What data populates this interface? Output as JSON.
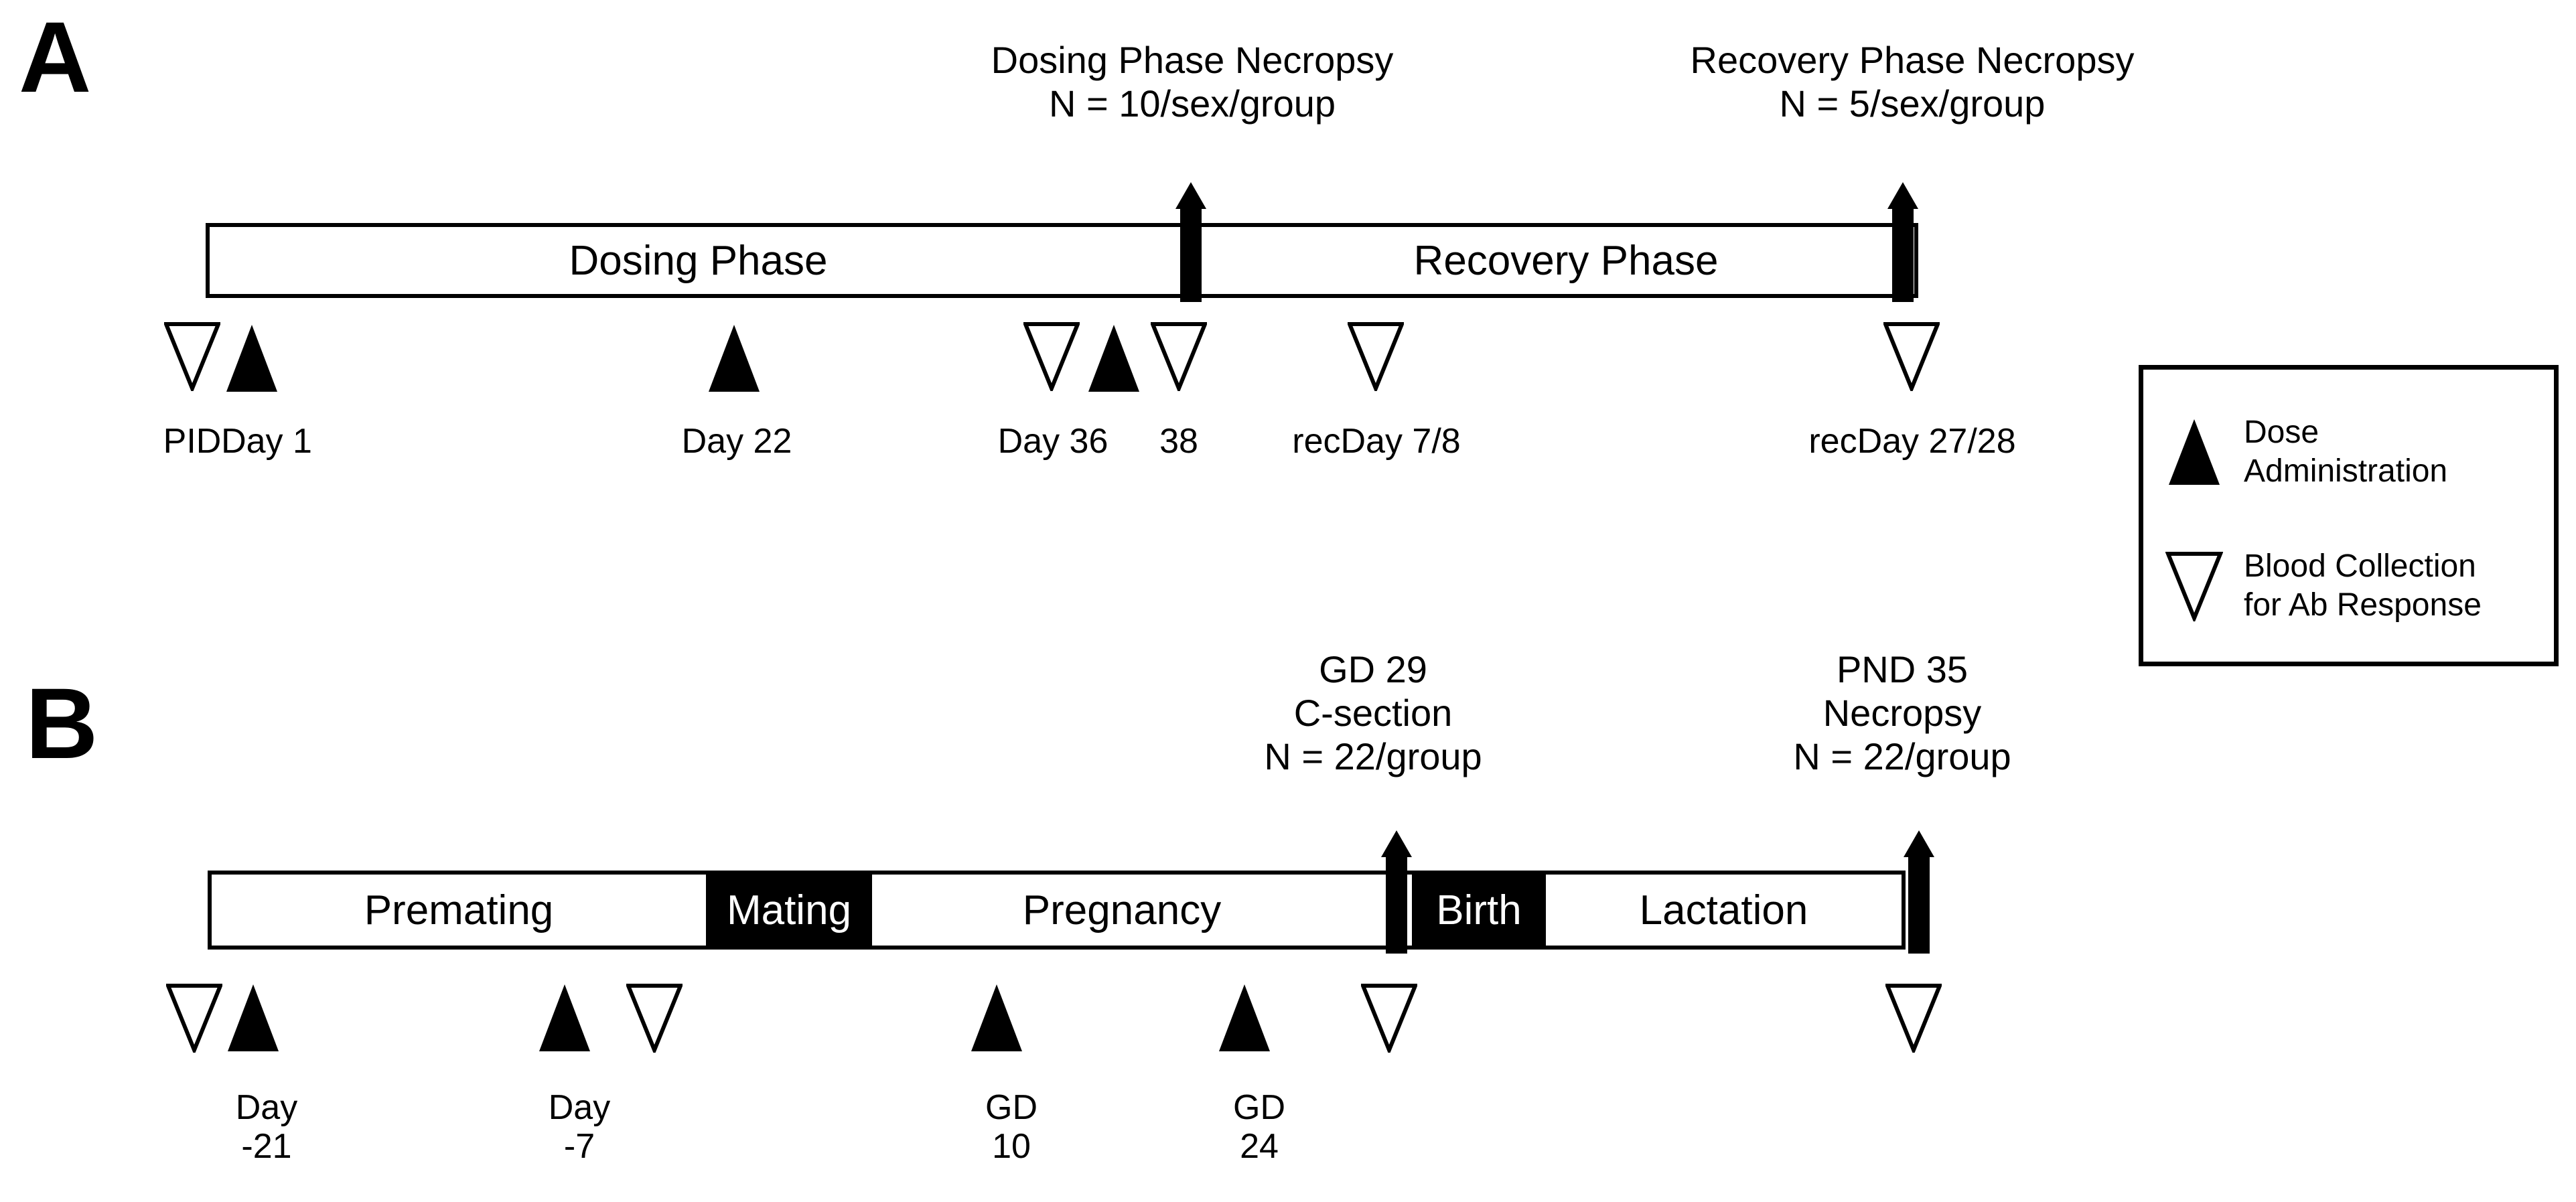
{
  "figure": {
    "panels": [
      {
        "letter": "A",
        "events": [
          {
            "id": "dosing-necropsy",
            "lines": [
              "Dosing Phase Necropsy",
              "N = 10/sex/group"
            ]
          },
          {
            "id": "recovery-necropsy",
            "lines": [
              "Recovery Phase Necropsy",
              "N = 5/sex/group"
            ]
          }
        ],
        "phases": [
          {
            "id": "dosing-phase",
            "label": "Dosing Phase",
            "style": "open"
          },
          {
            "id": "recovery-phase",
            "label": "Recovery Phase",
            "style": "open"
          }
        ],
        "markers": [
          {
            "id": "pid",
            "type": "blood-collection"
          },
          {
            "id": "day-1",
            "type": "dose-administration"
          },
          {
            "id": "day-22",
            "type": "dose-administration"
          },
          {
            "id": "day-36",
            "type": "blood-collection"
          },
          {
            "id": "day-37-dose",
            "type": "dose-administration"
          },
          {
            "id": "day-38",
            "type": "blood-collection"
          },
          {
            "id": "recday-7-8",
            "type": "blood-collection"
          },
          {
            "id": "recday-27-28",
            "type": "blood-collection"
          }
        ],
        "marker_labels": [
          {
            "id": "pid-label",
            "lines": [
              "PID"
            ]
          },
          {
            "id": "day-1-label",
            "lines": [
              "Day 1"
            ]
          },
          {
            "id": "day-22-label",
            "lines": [
              "Day 22"
            ]
          },
          {
            "id": "day-36-label",
            "lines": [
              "Day 36"
            ]
          },
          {
            "id": "day-38-label",
            "lines": [
              "38"
            ]
          },
          {
            "id": "recday-7-8-label",
            "lines": [
              "recDay 7/8"
            ]
          },
          {
            "id": "recday-27-28-label",
            "lines": [
              "recDay 27/28"
            ]
          }
        ]
      },
      {
        "letter": "B",
        "events": [
          {
            "id": "gd29-csection",
            "lines": [
              "GD 29",
              "C-section",
              "N = 22/group"
            ]
          },
          {
            "id": "pnd35-necropsy",
            "lines": [
              "PND 35",
              "Necropsy",
              "N = 22/group"
            ]
          }
        ],
        "phases": [
          {
            "id": "premating",
            "label": "Premating",
            "style": "open"
          },
          {
            "id": "mating",
            "label": "Mating",
            "style": "filled"
          },
          {
            "id": "pregnancy",
            "label": "Pregnancy",
            "style": "open"
          },
          {
            "id": "birth",
            "label": "Birth",
            "style": "filled"
          },
          {
            "id": "lactation",
            "label": "Lactation",
            "style": "open"
          }
        ],
        "markers": [
          {
            "id": "b-blood-1",
            "type": "blood-collection"
          },
          {
            "id": "b-day-21",
            "type": "dose-administration"
          },
          {
            "id": "b-day-7",
            "type": "dose-administration"
          },
          {
            "id": "b-blood-2",
            "type": "blood-collection"
          },
          {
            "id": "b-gd-10",
            "type": "dose-administration"
          },
          {
            "id": "b-gd-24",
            "type": "dose-administration"
          },
          {
            "id": "b-blood-3",
            "type": "blood-collection"
          },
          {
            "id": "b-blood-4",
            "type": "blood-collection"
          }
        ],
        "marker_labels": [
          {
            "id": "b-day-21-label",
            "lines": [
              "Day",
              "-21"
            ]
          },
          {
            "id": "b-day-7-label",
            "lines": [
              "Day",
              "-7"
            ]
          },
          {
            "id": "b-gd-10-label",
            "lines": [
              "GD",
              "10"
            ]
          },
          {
            "id": "b-gd-24-label",
            "lines": [
              "GD",
              "24"
            ]
          }
        ]
      }
    ],
    "legend": {
      "items": [
        {
          "id": "dose-administration",
          "symbol": "filled-up-triangle",
          "lines": [
            "Dose",
            "Administration"
          ]
        },
        {
          "id": "blood-collection",
          "symbol": "open-down-triangle",
          "lines": [
            "Blood Collection",
            "for Ab Response"
          ]
        }
      ]
    },
    "colors": {
      "ink": "#000000",
      "paper": "#ffffff"
    }
  }
}
